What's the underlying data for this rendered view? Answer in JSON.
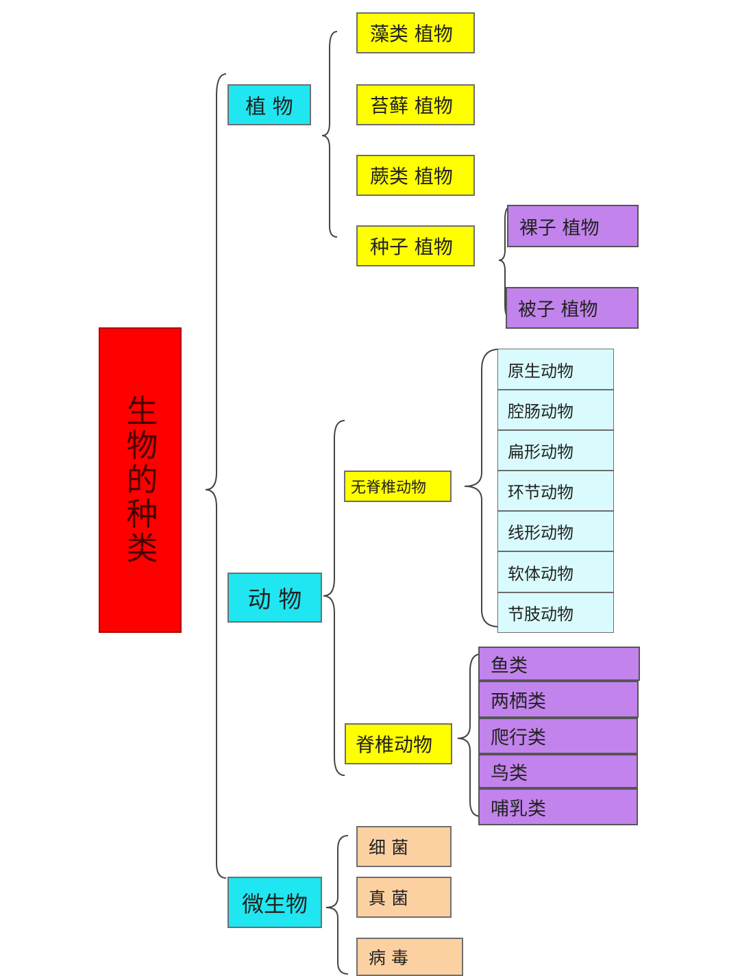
{
  "root": "生物的种类",
  "groups": {
    "plants": {
      "label": "植 物",
      "items": [
        "藻类 植物",
        "苔藓 植物",
        "蕨类 植物",
        "种子 植物"
      ],
      "seed_children": [
        "裸子 植物",
        "被子 植物"
      ]
    },
    "animals": {
      "label": "动 物",
      "invertebrates": {
        "label": "无脊椎动物",
        "items": [
          "原生动物",
          "腔肠动物",
          "扁形动物",
          "环节动物",
          "线形动物",
          "软体动物",
          "节肢动物"
        ]
      },
      "vertebrates": {
        "label": "脊椎动物",
        "items": [
          "鱼类",
          "两栖类",
          "爬行类",
          "鸟类",
          "哺乳类"
        ]
      }
    },
    "microbes": {
      "label": "微生物",
      "items": [
        "细 菌",
        "真 菌",
        "病 毒"
      ]
    }
  },
  "colors": {
    "root": "#ff0000",
    "level1": "#1fe6f0",
    "level2": "#ffff00",
    "plants_sub": "#c283ec",
    "invertebrate_items": "#d9fbfd",
    "vertebrate_items": "#c283ec",
    "microbe_items": "#fcd1a2"
  }
}
